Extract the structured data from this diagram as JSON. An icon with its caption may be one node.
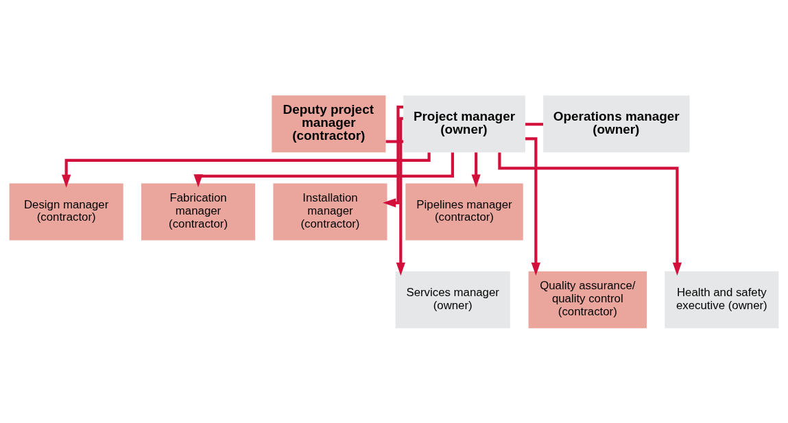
{
  "diagram": {
    "nodes": [
      {
        "text": [
          "Deputy project manager (contractor)"
        ]
      },
      {
        "text": [
          "Project manager (owner)"
        ]
      },
      {
        "text": [
          "Operations manager (owner)"
        ]
      },
      {
        "text": [
          "Design manager (contractor)"
        ]
      },
      {
        "text": [
          "Fabrication manager (contractor)"
        ]
      },
      {
        "text": [
          "Installation manager (contractor)"
        ]
      },
      {
        "text": [
          "Pipelines manager (contractor)"
        ]
      },
      {
        "text": [
          "Services manager (owner)"
        ]
      },
      {
        "text": [
          "Quality assurance/ quality control (contractor)"
        ]
      },
      {
        "text": [
          "Health and safety executive (owner)"
        ]
      }
    ],
    "edges": [
      {
        "from": 0,
        "to": 1,
        "arrow": "none"
      },
      {
        "from": 1,
        "to": 2,
        "arrow": "none"
      },
      {
        "from": 1,
        "to": 3,
        "arrow": "to"
      },
      {
        "from": 1,
        "to": 7,
        "arrow": "to"
      },
      {
        "from": 1,
        "to": 4,
        "arrow": "to"
      },
      {
        "from": 1,
        "to": 8,
        "arrow": "to"
      },
      {
        "from": 1,
        "to": 5,
        "arrow": "to"
      },
      {
        "from": 1,
        "to": 9,
        "arrow": "to"
      },
      {
        "from": 1,
        "to": 6,
        "arrow": "to"
      }
    ]
  }
}
